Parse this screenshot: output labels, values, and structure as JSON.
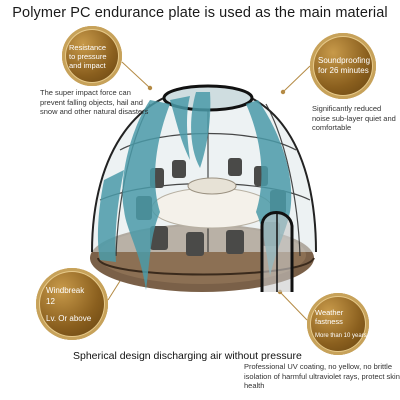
{
  "title": "Polymer PC endurance plate is used as the main material",
  "badges": {
    "resistance": [
      "Resistance",
      "to pressure",
      "and impact"
    ],
    "soundproofing": [
      "Soundproofing",
      "for 26 minutes"
    ],
    "windbreak": [
      "Windbreak",
      "12",
      "Lv. Or above"
    ],
    "weather": [
      "Weather",
      "fastness",
      "More than 10 years"
    ]
  },
  "notes": {
    "impact": "The super impact force can prevent falling objects, hail and snow and other natural disasters",
    "noise": "Significantly reduced noise sub-layer quiet and comfortable",
    "uv": "Professional UV coating, no yellow, no brittle isolation of harmful ultraviolet rays, protect skin health"
  },
  "caption": "Spherical design discharging air without pressure",
  "colors": {
    "gold": "#9b6b24",
    "curtain": "#4a9aa8",
    "frame": "#1c1c1c",
    "floor": "#7a6048"
  },
  "icons": [
    "dome-illustration"
  ]
}
